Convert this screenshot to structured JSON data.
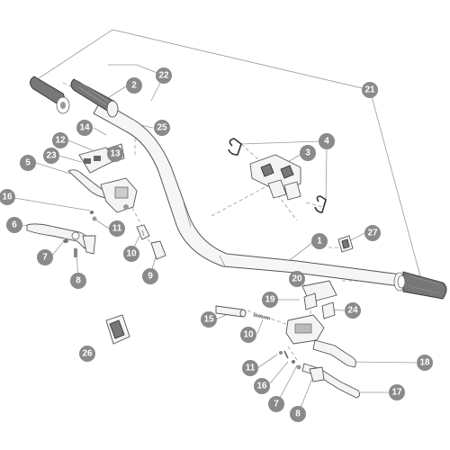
{
  "callouts": [
    {
      "id": "c1",
      "label": "1"
    },
    {
      "id": "c2",
      "label": "2"
    },
    {
      "id": "c3",
      "label": "3"
    },
    {
      "id": "c4",
      "label": "4"
    },
    {
      "id": "c5",
      "label": "5"
    },
    {
      "id": "c6",
      "label": "6"
    },
    {
      "id": "c7a",
      "label": "7"
    },
    {
      "id": "c7b",
      "label": "7"
    },
    {
      "id": "c8a",
      "label": "8"
    },
    {
      "id": "c8b",
      "label": "8"
    },
    {
      "id": "c9",
      "label": "9"
    },
    {
      "id": "c10a",
      "label": "10"
    },
    {
      "id": "c10b",
      "label": "10"
    },
    {
      "id": "c11a",
      "label": "11"
    },
    {
      "id": "c11b",
      "label": "11"
    },
    {
      "id": "c12",
      "label": "12"
    },
    {
      "id": "c13",
      "label": "13"
    },
    {
      "id": "c14",
      "label": "14"
    },
    {
      "id": "c15",
      "label": "15"
    },
    {
      "id": "c16a",
      "label": "16"
    },
    {
      "id": "c16b",
      "label": "16"
    },
    {
      "id": "c17",
      "label": "17"
    },
    {
      "id": "c18",
      "label": "18"
    },
    {
      "id": "c19",
      "label": "19"
    },
    {
      "id": "c20",
      "label": "20"
    },
    {
      "id": "c21",
      "label": "21"
    },
    {
      "id": "c22",
      "label": "22"
    },
    {
      "id": "c23",
      "label": "23"
    },
    {
      "id": "c24",
      "label": "24"
    },
    {
      "id": "c25",
      "label": "25"
    },
    {
      "id": "c26",
      "label": "26"
    },
    {
      "id": "c27",
      "label": "27"
    }
  ]
}
